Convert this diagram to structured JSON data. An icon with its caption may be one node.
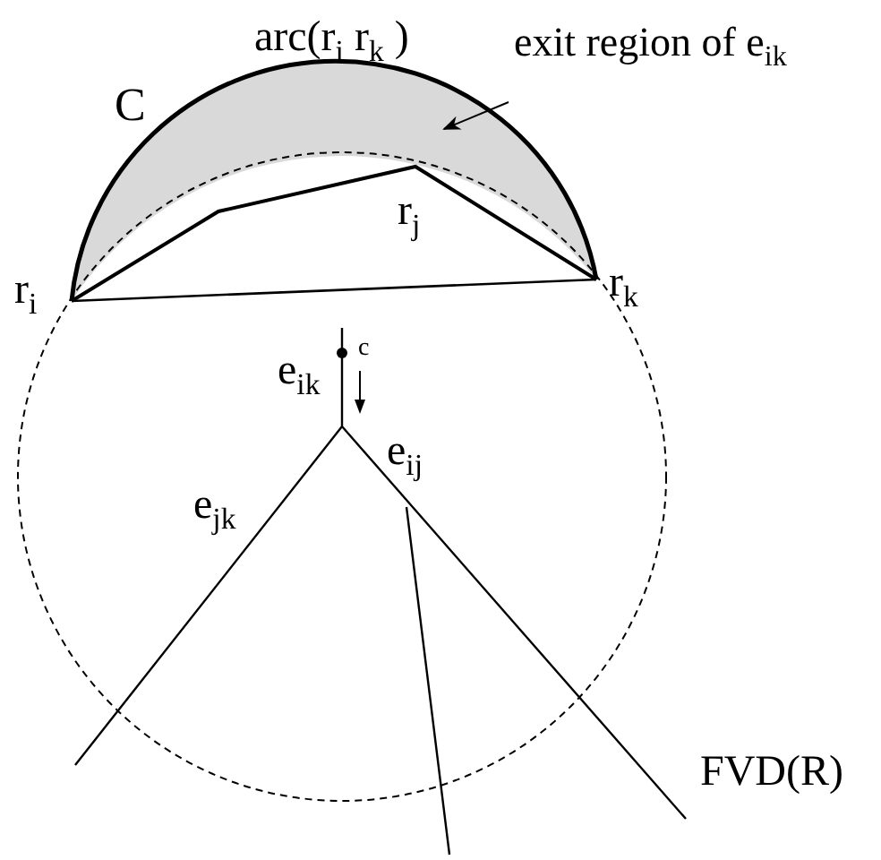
{
  "diagram": {
    "nodes": [
      {
        "text": [
          "exit region of e$_{ik}$"
        ]
      },
      {
        "text": [],
        "shape": "crescent"
      }
    ],
    "edges": [
      {
        "from": 0,
        "to": 1,
        "arrow": "to"
      }
    ],
    "labels": [
      "arc(r$_{i}$ r$_{k}$ )",
      "C",
      "r$_{j}$",
      "r$_{i}$",
      "r$_{k}$",
      "e$_{ik}$",
      "c",
      "e$_{ij}$",
      "e$_{jk}$",
      "FVD(R)"
    ]
  }
}
